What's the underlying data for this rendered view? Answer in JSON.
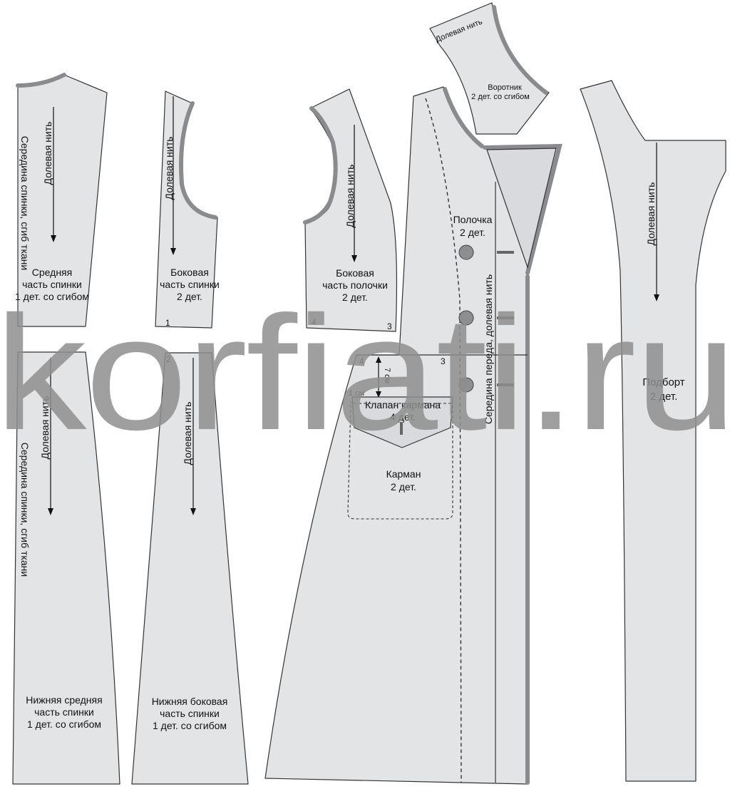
{
  "watermark": "korfiati.ru",
  "pieces": {
    "back_center_upper": {
      "line1": "Средняя",
      "line2": "часть спинки",
      "line3": "1 дет. со сгибом",
      "grain": "Долевая нить",
      "fold": "Середина спинки, сгиб ткани"
    },
    "back_side_upper": {
      "line1": "Боковая",
      "line2": "часть спинки",
      "line3": "2 дет.",
      "grain": "Долевая нить",
      "mark": "1"
    },
    "front_side": {
      "line1": "Боковая",
      "line2": "часть полочки",
      "line3": "2 дет.",
      "grain": "Долевая нить",
      "mark_left": "4",
      "mark_right": "3"
    },
    "collar": {
      "line1": "Воротник",
      "line2": "2 дет. со сгибом",
      "grain": "Долевая нить"
    },
    "front": {
      "line1": "Полочка",
      "line2": "2 дет.",
      "mark_left": "4",
      "mark_right": "3",
      "center": "Середина переда, долевая нить",
      "measure_7": "7 см",
      "measure_1": "1 см"
    },
    "pocket_flap": {
      "line1": "Клапан кармана",
      "line2": "4 дет."
    },
    "pocket": {
      "line1": "Карман",
      "line2": "2 дет."
    },
    "facing": {
      "line1": "Подборт",
      "line2": "2 дет.",
      "grain": "Долевая нить"
    },
    "back_center_lower": {
      "line1": "Нижняя средняя",
      "line2": "часть спинки",
      "line3": "1 дет. со сгибом",
      "grain": "Долевая нить",
      "fold": "Середина спинки, сгиб ткани"
    },
    "back_side_lower": {
      "line1": "Нижняя боковая",
      "line2": "часть спинки",
      "line3": "1 дет. со сгибом",
      "grain": "Долевая нить",
      "mark": "2"
    }
  }
}
